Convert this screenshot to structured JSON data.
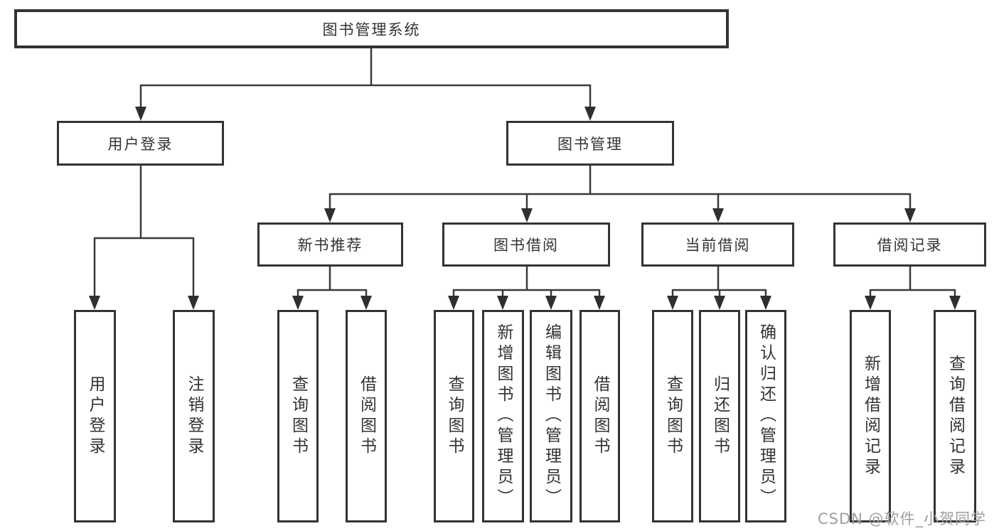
{
  "diagram": {
    "root": {
      "label": "图书管理系统"
    },
    "level2": [
      {
        "id": "user-login",
        "label": "用户登录"
      },
      {
        "id": "book-management",
        "label": "图书管理"
      }
    ],
    "level3": [
      {
        "id": "new-book-recommend",
        "label": "新书推荐"
      },
      {
        "id": "book-borrow",
        "label": "图书借阅"
      },
      {
        "id": "current-borrow",
        "label": "当前借阅"
      },
      {
        "id": "borrow-records",
        "label": "借阅记录"
      }
    ],
    "leaves": [
      {
        "id": "user-login-leaf",
        "parent": "user-login",
        "label": "用户登录"
      },
      {
        "id": "logout",
        "parent": "user-login",
        "label": "注销登录"
      },
      {
        "id": "query-books-1",
        "parent": "new-book-recommend",
        "label": "查询图书"
      },
      {
        "id": "borrow-books-1",
        "parent": "new-book-recommend",
        "label": "借阅图书"
      },
      {
        "id": "query-books-2",
        "parent": "book-borrow",
        "label": "查询图书"
      },
      {
        "id": "add-books-admin",
        "parent": "book-borrow",
        "label": "新增图书（管理员）"
      },
      {
        "id": "edit-books-admin",
        "parent": "book-borrow",
        "label": "编辑图书（管理员）"
      },
      {
        "id": "borrow-books-2",
        "parent": "book-borrow",
        "label": "借阅图书"
      },
      {
        "id": "query-books-3",
        "parent": "current-borrow",
        "label": "查询图书"
      },
      {
        "id": "return-books",
        "parent": "current-borrow",
        "label": "归还图书"
      },
      {
        "id": "confirm-return-admin",
        "parent": "current-borrow",
        "label": "确认归还（管理员）"
      },
      {
        "id": "add-borrow-record",
        "parent": "borrow-records",
        "label": "新增借阅记录"
      },
      {
        "id": "query-borrow-record",
        "parent": "borrow-records",
        "label": "查询借阅记录"
      }
    ]
  },
  "watermark": {
    "text": "CSDN @软件_小贺同学",
    "color": "#9e9e9e"
  },
  "colors": {
    "background": "#ffffff",
    "box_border": "#333333",
    "box_fill": "#ffffff",
    "text": "#333333",
    "connector": "#3a3a3a"
  }
}
